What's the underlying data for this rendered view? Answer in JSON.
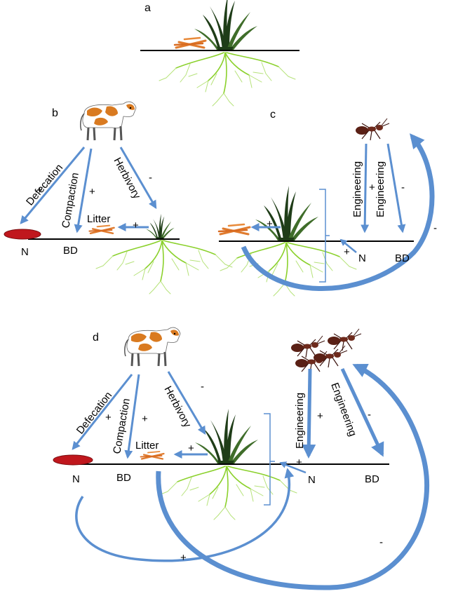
{
  "panels": {
    "a": {
      "label": "a"
    },
    "b": {
      "label": "b",
      "arrows": {
        "defecation": "Defecation",
        "compaction": "Compaction",
        "herbivory": "Herbivory",
        "litter": "Litter"
      },
      "signs": {
        "defecation": "+",
        "compaction": "+",
        "herbivory": "-",
        "litter": "+"
      },
      "ground": {
        "n": "N",
        "bd": "BD"
      }
    },
    "c": {
      "label": "c",
      "arrows": {
        "engineering_n": "Engineering",
        "engineering_bd": "Engineering"
      },
      "signs": {
        "engineering_n": "+",
        "engineering_bd": "-",
        "litter": "+",
        "n_to_plant": "+",
        "loop": "-"
      },
      "ground": {
        "n": "N",
        "bd": "BD"
      }
    },
    "d": {
      "label": "d",
      "arrows": {
        "defecation": "Defecation",
        "compaction": "Compaction",
        "herbivory": "Herbivory",
        "litter": "Litter",
        "engineering_n": "Engineering",
        "engineering_bd": "Engineering"
      },
      "signs": {
        "defecation": "+",
        "compaction": "+",
        "herbivory": "-",
        "litter": "+",
        "engineering_n": "+",
        "engineering_bd": "-",
        "n_to_plant": "+",
        "loop_n": "+",
        "loop_ant": "-"
      },
      "ground": {
        "n": "N",
        "bd": "BD",
        "n_right": "N",
        "bd_right": "BD"
      }
    }
  },
  "colors": {
    "arrow": "#5b8fd0",
    "dung": "#c0171d",
    "litter": "#e07b2e",
    "roots": "#8bd12c",
    "grass": "#1f3d18",
    "cow_patch": "#d97a20",
    "ant": "#6e2a1c"
  },
  "icons": [
    "cow-icon",
    "ant-icon",
    "grass-icon",
    "root-icon",
    "litter-icon",
    "dung-icon"
  ]
}
